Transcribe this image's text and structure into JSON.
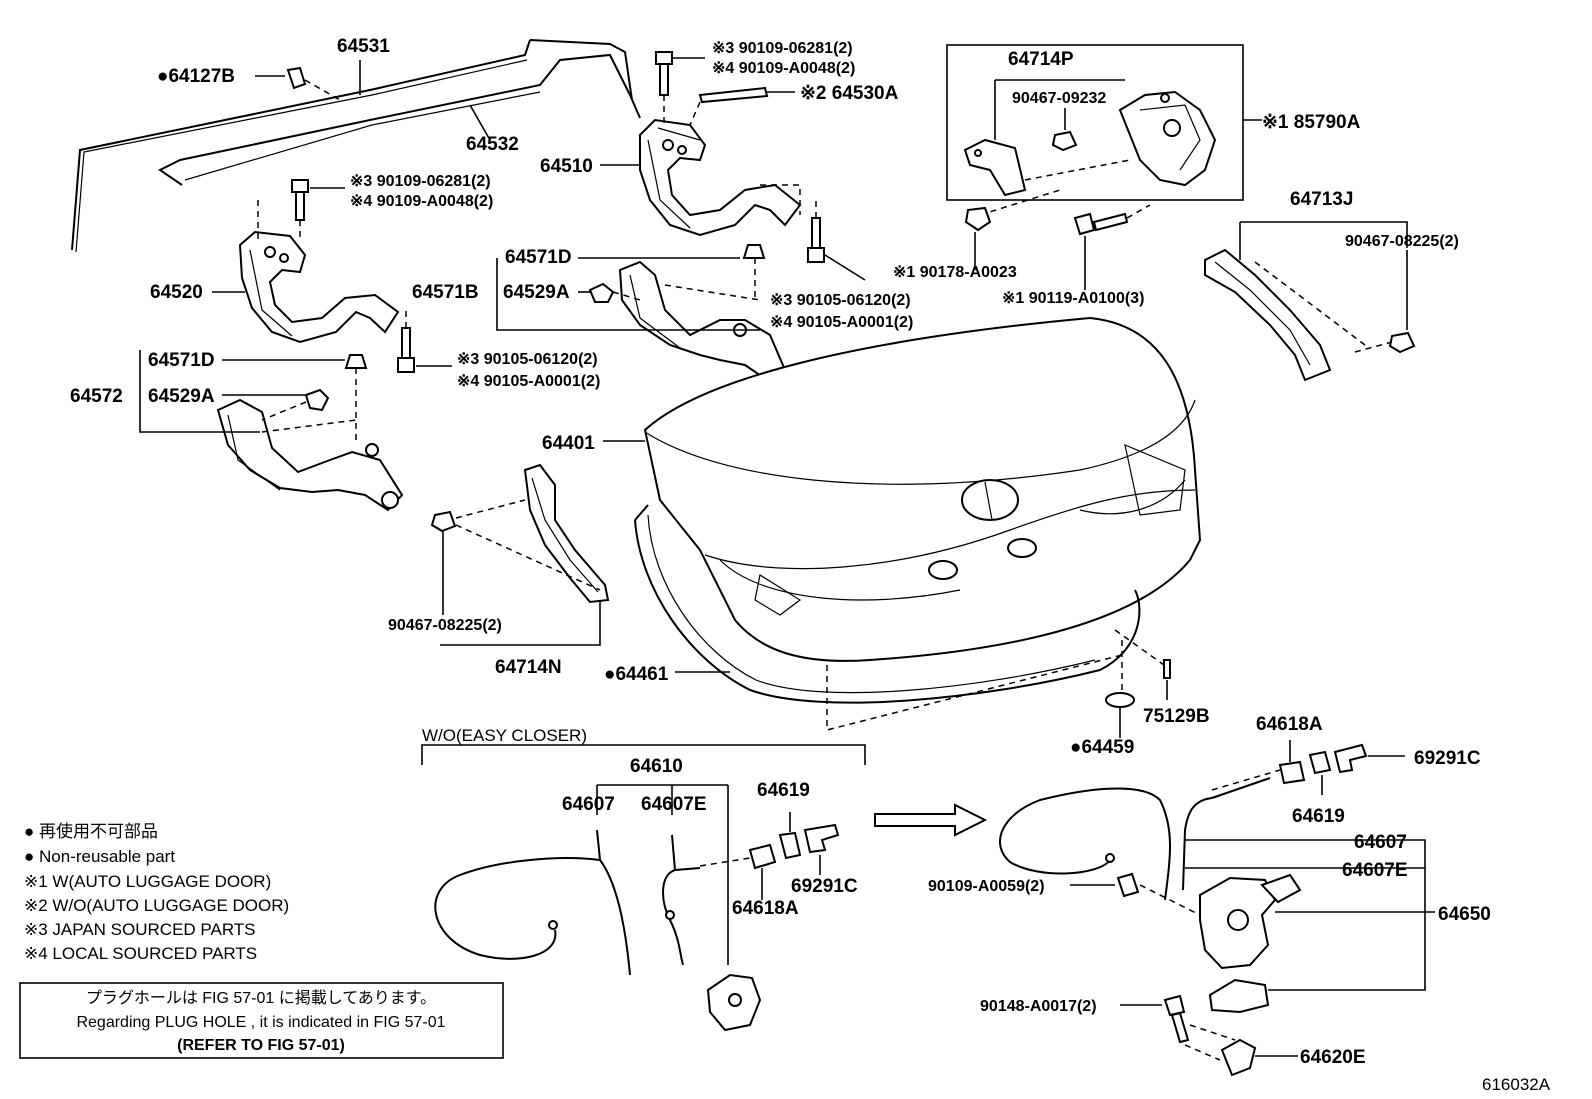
{
  "labels": {
    "p64531": "64531",
    "p64127B": "●64127B",
    "p64532": "64532",
    "p64510": "64510",
    "p64520": "64520",
    "p64530A": "※2 64530A",
    "bolt_a1": "※3 90109-06281(2)",
    "bolt_a2": "※4 90109-A0048(2)",
    "bolt_b1": "※3 90109-06281(2)",
    "bolt_b2": "※4 90109-A0048(2)",
    "p64571D_a": "64571D",
    "p64571B": "64571B",
    "p64529A_a": "64529A",
    "bolt_c1": "※3  90105-06120(2)",
    "bolt_c2": "※4  90105-A0001(2)",
    "p64571D_b": "64571D",
    "p64572": "64572",
    "p64529A_b": "64529A",
    "bolt_d1": "※3  90105-06120(2)",
    "bolt_d2": "※4  90105-A0001(2)",
    "p64714P": "64714P",
    "p90467_09232": "90467-09232",
    "p85790A": "※1 85790A",
    "p90178": "※1 90178-A0023",
    "p90119": "※1 90119-A0100(3)",
    "p64713J": "64713J",
    "p90467_08225_r": "90467-08225(2)",
    "p64401": "64401",
    "p90467_08225_l": "90467-08225(2)",
    "p64714N": "64714N",
    "p64461": "●64461",
    "p75129B": "75129B",
    "p64459": "●64459",
    "wo_easy": "W/O(EASY CLOSER)",
    "p64610": "64610",
    "p64607_l": "64607",
    "p64607E_l": "64607E",
    "p64619_l": "64619",
    "p69291C_l": "69291C",
    "p64618A_l": "64618A",
    "p64618A_r": "64618A",
    "p69291C_r": "69291C",
    "p64619_r": "64619",
    "p64607_r": "64607",
    "p64607E_r": "64607E",
    "p90109_A0059": "90109-A0059(2)",
    "p64650": "64650",
    "p90148": "90148-A0017(2)",
    "p64620E": "64620E",
    "fig_id": "616032A"
  },
  "legend": {
    "l1": "● 再使用不可部品",
    "l2": "● Non-reusable part",
    "l3": "※1 W(AUTO LUGGAGE DOOR)",
    "l4": "※2 W/O(AUTO LUGGAGE DOOR)",
    "l5": "※3 JAPAN SOURCED PARTS",
    "l6": "※4 LOCAL SOURCED PARTS"
  },
  "note_box": {
    "line1": "プラグホールは FIG 57-01 に掲載してあります。",
    "line2": "Regarding  PLUG  HOLE , it is indicated in FIG  57-01",
    "line3": "(REFER  TO  FIG  57-01)"
  }
}
